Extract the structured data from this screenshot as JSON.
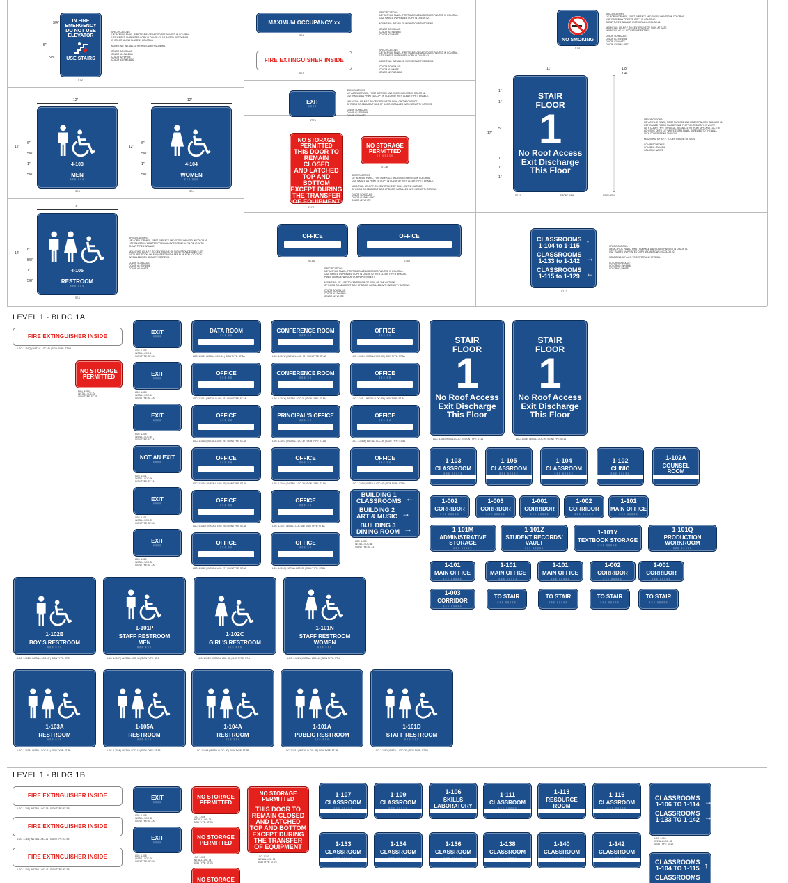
{
  "spec_sheet": {
    "elevator": {
      "lines": [
        "IN FIRE",
        "EMERGENCY",
        "DO NOT USE",
        "ELEVATOR"
      ],
      "bottom": "USE STAIRS",
      "code": "ST-2",
      "dims": [
        "3/4\"",
        "5\"",
        "5/8\""
      ],
      "spec": "SPECIFICATIONS:\n1/8\" ACRYLIC PANEL, FIRST SURFACE AND EDGES PAINTED IN COLOR #1.\n1/32\" RAISED UV PRINTED COPY IN COLOR #2. 1/2 RAISED PICTOGRAM\nIN COLOR #2 AND FLAME IN COLOR #3.\n\nMOUNTING: INSTALLED WITH SECURITY SCREWS.\n\nCOLOR SCHEDULE:\nCOLOR #1: SW 6966\nCOLOR #2: WHITE\nCOLOR #3: PMS 485C"
    },
    "max_occupancy": {
      "label": "MAXIMUM OCCUPANCY xx",
      "code": "ST-8",
      "spec": "SPECIFICATIONS:\n1/8\" ACRYLIC PANEL, FIRST SURFACE AND EDGES PAINTED IN COLOR #1.\n1/32\" RAISED UV PRINTED COPY IN COLOR #2.\n\nMOUNTING: INSTALLED WITH SECURITY SCREWS.\n\nCOLOR SCHEDULE:\nCOLOR #1: SW 6966\nCOLOR #2: WHITE"
    },
    "fire_ext": {
      "label": "FIRE EXTINGUISHER INSIDE",
      "code": "ST-9",
      "spec": "SPECIFICATIONS:\n1/8\" ACRYLIC PANEL, FIRST SURFACE AND EDGES PAINTED IN COLOR #1.\n1/32\" RAISED UV PRINTED COPY IN COLOR #2.\n\nMOUNTING: INSTALLED WITH SECURITY SCREWS.\n\nCOLOR SCHEDULE:\nCOLOR #1: WHITE\nCOLOR #2: PMS 485C"
    },
    "no_smoking": {
      "label": "NO SMOKING",
      "code": "ST-3",
      "spec": "SPECIFICATIONS:\n1/8\" ACRYLIC PANEL, FIRST SURFACE AND EDGES PAINTED IN COLOR #1.\n1/32\" RAISED UV PRINTED COPY IN COLOR #2.\nCLEAR TYPE II BRAILLE. PICTOGRAM IN COLOR #3.\n\nMOUNTING: 60\" A.F.F. TO CENTERLINE OF SIGN. AT GATE\nMOUNTING AT ALL ACCESSIBLE ENTRIES.\n\nCOLOR SCHEDULE:\nCOLOR #1: SW 6966\nCOLOR #2: WHITE\nCOLOR #3: PMS 485C"
    },
    "men": {
      "num": "4-103",
      "label": "MEN",
      "code": "ST-3",
      "dim_w": "12\"",
      "dim_h": "12\"",
      "dims": [
        "6\"",
        "5/8\"",
        "1\"",
        "5/8\""
      ]
    },
    "women": {
      "num": "4-104",
      "label": "WOMEN",
      "code": "ST-4",
      "dim_w": "12\"",
      "dim_h": "12\"",
      "dims": [
        "6\"",
        "5/8\"",
        "1\"",
        "5/8\""
      ]
    },
    "restroom": {
      "num": "4-105",
      "label": "RESTROOM",
      "code": "ST-5",
      "dim_w": "12\"",
      "dim_h": "12\"",
      "dims": [
        "6\"",
        "5/8\"",
        "1\"",
        "5/8\""
      ],
      "spec": "SPECIFICATIONS:\n1/8\" ACRYLIC PANEL, FIRST SURFACE AND EDGES PAINTED IN COLOR #1.\n1/32\" RAISED UV PRINTED COPY AND PICTOGRAM IN COLOR #2 WITH\nCLEAR TYPE II BRAILLE.\n\nMOUNTING: 60\" A.F.F. TO CENTERLINE OF SIGN. PROVIDE ONE (1) AT\nEACH RESTROOM ON EACH RESTROOM. SEE PLAN FOR LOCATION.\nINSTALLED WITH SECURITY SCREWS.\n\nCOLOR SCHEDULE:\nCOLOR #1: SW 6966\nCOLOR #2: WHITE"
    },
    "exit": {
      "label": "EXIT",
      "code": "ST-7A",
      "spec": "SPECIFICATIONS:\n1/8\" ACRYLIC PANEL, FIRST SURFACE AND EDGES PAINTED IN COLOR #1.\n1/32\" RAISED UV PRINTED COPY IN COLOR #2 WITH CLEAR TYPE II BRAILLE.\n\nMOUNTING: 60\" A.F.F. TO CENTERLINE OF SIGN, ON THE OUTSIDE\nOF ROOM OR ADJACENT SIDE OF DOOR. INSTALLED WITH SECURITY SCREWS.\n\nCOLOR SCHEDULE:\nCOLOR #1: SW 6966\nCOLOR #2: WHITE"
    },
    "no_storage_big": {
      "lines": [
        "NO STORAGE",
        "PERMITTED"
      ],
      "body": [
        "THIS DOOR TO",
        "REMAIN CLOSED",
        "AND LATCHED",
        "TOP AND BOTTOM",
        "EXCEPT DURING",
        "THE TRANSFER",
        "OF EQUIPMENT"
      ],
      "code": "ST-7C"
    },
    "no_storage_small": {
      "lines": [
        "NO STORAGE",
        "PERMITTED"
      ],
      "code": "ST-7B",
      "spec": "SPECIFICATIONS:\n1/8\" ACRYLIC PANEL, FIRST SURFACE AND EDGES PAINTED IN COLOR #1.\n1/32\" RAISED UV PRINTED COPY IN COLOR #2 WITH CLEAR TYPE II BRAILLE.\n\nMOUNTING: 60\" A.F.F. TO CENTERLINE OF SIGN, ON THE OUTSIDE\nOF ROOM OR ADJACENT SIDE OF DOOR. INSTALLED WITH SECURITY SCREWS.\n\nCOLOR SCHEDULE:\nCOLOR #1: PMS 485C\nCOLOR #2: WHITE"
    },
    "office_a": {
      "label": "OFFICE",
      "code": "ST-8A"
    },
    "office_b": {
      "label": "OFFICE",
      "code": "ST-8B",
      "spec": "SPECIFICATIONS:\n1/8\" ACRYLIC PANEL, FIRST SURFACE AND EDGES PAINTED IN COLOR #1.\n1/32\" RAISED UV PRINTED COPY IN COLOR #2 WITH CLEAR TYPE II BRAILLE.\nPANEL WITH 1/8\" WINDOW FOR PAPER INSERT.\n\nMOUNTING: 60\" A.F.F. TO CENTERLINE OF SIGN, ON THE OUTSIDE\nOF ROOM OR ADJACENT SIDE OF DOOR. INSTALLED WITH SECURITY SCREWS.\n\nCOLOR SCHEDULE:\nCOLOR #1: SW 6966\nCOLOR #2: WHITE"
    },
    "stair": {
      "top": [
        "STAIR",
        "FLOOR"
      ],
      "num": "1",
      "bottom": [
        "No Roof Access",
        "Exit Discharge",
        "This Floor"
      ],
      "code": "ST-11",
      "front": "FRONT VIEW",
      "side": "SIDE VIEW",
      "dim_w": "11\"",
      "dim_h": "17\"",
      "dims": [
        "1\"",
        "1\"",
        "5\"",
        "1\"",
        "1\"",
        "1\""
      ],
      "side_dims": [
        "1/8\"",
        "1/4\""
      ],
      "spec": "SPECIFICATIONS:\n1/8\" ACRYLIC PANEL, FIRST SURFACE AND EDGES PAINTED IN COLOR #1.\n1/32\" RAISED FLOOR NUMBER AND FLAT PAINTED COPY IN WHITE\nWITH CLEAR TYPE II BRAILLE. INSTALLED WITH 3M TAPE AND LOCTITE\nADHESIVE ONTO 1/4\" WHITE EXTRA PANEL SCREWED TO THE WALL\nWITH COUNTERSINK TAPCONS.\n\nMOUNTING: 60\" A.F.F. TO CENTERLINE OF SIGN.\n\nCOLOR SCHEDULE:\nCOLOR #1: SW 6966\nCOLOR #2: WHITE"
    },
    "classrooms_dir": {
      "rows": [
        {
          "t": "CLASSROOMS\n1-104 to 1-115",
          "a": "↑"
        },
        {
          "t": "CLASSROOMS\n1-133 to 1-142",
          "a": "→"
        },
        {
          "t": "CLASSROOMS\n1-115 to 1-129",
          "a": "←"
        }
      ],
      "code": "ST-12",
      "spec": "SPECIFICATIONS:\n1/8\" ACRYLIC PANEL, FIRST SURFACE AND EDGES PAINTED IN COLOR #1.\n1/32\" RAISED UV PRINTED COPY AND ARROWS IN COLOR #2.\n\nMOUNTING: 60\" A.F.F. TO CENTERLINE OF SIGN.\n\nCOLOR SCHEDULE:\nCOLOR #1: SW 6966\nCOLOR #2: WHITE"
    }
  },
  "level1a": {
    "title": "LEVEL 1 - BLDG 1A",
    "fire_ext": {
      "label": "FIRE EXTINGUISHER INSIDE",
      "cap": "LOC: 1-101Q  |  INSTALL LOC: 46       |  SIGN TYPE: ST-9B"
    },
    "no_storage": {
      "label": "NO STORAGE\nPERMITTED",
      "cap": "LOC: 1-003\nINSTALL LOC: 34\nSIGN TYPE: ST-7B"
    },
    "col_exit": [
      {
        "label": "EXIT",
        "cap": "LOC: 1-005\nINSTALL LOC: 1\nSIGN TYPE: ST-7A"
      },
      {
        "label": "EXIT",
        "cap": "LOC: 1-005\nINSTALL LOC: 5\nSIGN TYPE: ST-7A"
      },
      {
        "label": "EXIT",
        "cap": "LOC: 1-005\nINSTALL LOC: 8\nSIGN TYPE: ST-7A"
      },
      {
        "label": "NOT AN EXIT",
        "cap": "LOC: 1-101\nINSTALL LOC: 36\nSIGN TYPE: ST-7A"
      },
      {
        "label": "EXIT",
        "cap": "LOC: 1-101\nINSTALL LOC: 37\nSIGN TYPE: ST-7A"
      },
      {
        "label": "EXIT",
        "cap": "LOC: 1-010\nINSTALL LOC: 53\nSIGN TYPE: ST-7A"
      }
    ],
    "col2": [
      {
        "label": "DATA ROOM",
        "cap": "LOC: 1-103  |  INSTALL LOC: 14  |  SIGN TYPE: ST-8A"
      },
      {
        "label": "OFFICE",
        "cap": "LOC: 1-101A  |  INSTALL LOC: 23  |  SIGN TYPE: ST-8A"
      },
      {
        "label": "OFFICE",
        "cap": "LOC: 1-101B  |  INSTALL LOC: 24  |  SIGN TYPE: ST-8A"
      },
      {
        "label": "OFFICE",
        "cap": "LOC: 1-101C  |  INSTALL LOC: 25  |  SIGN TYPE: ST-8A"
      },
      {
        "label": "OFFICE",
        "cap": "LOC: 1-101D  |  INSTALL LOC: 26  |  SIGN TYPE: ST-8A"
      },
      {
        "label": "OFFICE",
        "cap": "LOC: 1-101E  |  INSTALL LOC: 27  |  SIGN TYPE: ST-8A"
      }
    ],
    "col3": [
      {
        "label": "CONFERENCE ROOM",
        "cap": "LOC: 1-101W  |  INSTALL LOC: 30  |  SIGN TYPE: ST-8A"
      },
      {
        "label": "CONFERENCE ROOM",
        "cap": "LOC: 1-101X  |  INSTALL LOC: 31  |  SIGN TYPE: ST-8A"
      },
      {
        "label": "PRINCIPAL'S OFFICE",
        "cap": "LOC: 1-101G  |  INSTALL LOC: 32  |  SIGN TYPE: ST-8A"
      },
      {
        "label": "OFFICE",
        "cap": "LOC: 1-101H  |  INSTALL LOC: 33  |  SIGN TYPE: ST-8A"
      },
      {
        "label": "OFFICE",
        "cap": "LOC: 1-101I  |  INSTALL LOC: 34  |  SIGN TYPE: ST-8A"
      },
      {
        "label": "OFFICE",
        "cap": "LOC: 1-101J  |  INSTALL LOC: 35  |  SIGN TYPE: ST-8A"
      }
    ],
    "col4": [
      {
        "label": "OFFICE",
        "cap": "LOC: 1-101K  |  INSTALL LOC: 37  |  SIGN TYPE: ST-8A"
      },
      {
        "label": "OFFICE",
        "cap": "LOC: 1-101L  |  INSTALL LOC: 38  |  SIGN TYPE: ST-8A"
      },
      {
        "label": "OFFICE",
        "cap": "LOC: 1-101M  |  INSTALL LOC: 39  |  SIGN TYPE: ST-8A"
      },
      {
        "label": "OFFICE",
        "cap": "LOC: 1-101N  |  INSTALL LOC: 40  |  SIGN TYPE: ST-8A"
      }
    ],
    "building_dir": {
      "rows": [
        {
          "t": "BUILDING 1\nCLASSROOMS",
          "a": "←"
        },
        {
          "t": "BUILDING 2\nART & MUSIC",
          "a": "→"
        },
        {
          "t": "BUILDING 3\nDINING ROOM",
          "a": "→"
        }
      ],
      "cap": "LOC: 1-003\nINSTALL LOC: 68\nSIGN TYPE: ST-13"
    },
    "stairs": [
      {
        "cap": "LOC: 1-005  |  INSTALL LOC: 4  |  SIGN TYPE: ST-11"
      },
      {
        "cap": "LOC: 1-008  |  INSTALL LOC: 9  |  SIGN TYPE: ST-11"
      }
    ],
    "room_row1": [
      {
        "num": "1-103",
        "label": "CLASSROOM"
      },
      {
        "num": "1-105",
        "label": "CLASSROOM"
      },
      {
        "num": "1-104",
        "label": "CLASSROOM"
      },
      {
        "num": "1-102",
        "label": "CLINIC"
      },
      {
        "num": "1-102A",
        "label": "COUNSEL\nROOM"
      }
    ],
    "room_row2": [
      {
        "num": "1-002",
        "label": "CORRIDOR"
      },
      {
        "num": "1-003",
        "label": "CORRIDOR"
      },
      {
        "num": "1-001",
        "label": "CORRIDOR"
      },
      {
        "num": "1-002",
        "label": "CORRIDOR"
      },
      {
        "num": "1-101",
        "label": "MAIN OFFICE"
      }
    ],
    "room_row3": [
      {
        "num": "1-101M",
        "label": "ADMINISTRATIVE\nSTORAGE"
      },
      {
        "num": "1-101Z",
        "label": "STUDENT RECORDS/\nVAULT"
      },
      {
        "num": "1-101Y",
        "label": "TEXTBOOK STORAGE"
      },
      {
        "num": "1-101Q",
        "label": "PRODUCTION\nWORKROOM"
      }
    ],
    "room_row4": [
      {
        "num": "1-101",
        "label": "MAIN OFFICE"
      },
      {
        "num": "1-101",
        "label": "MAIN OFFICE"
      },
      {
        "num": "1-101",
        "label": "MAIN OFFICE"
      },
      {
        "num": "1-002",
        "label": "CORRIDOR"
      },
      {
        "num": "1-001",
        "label": "CORRIDOR"
      }
    ],
    "room_row5": [
      {
        "num": "1-003",
        "label": "CORRIDOR"
      },
      {
        "num": "",
        "label": "TO STAIR"
      },
      {
        "num": "",
        "label": "TO STAIR"
      },
      {
        "num": "",
        "label": "TO STAIR"
      },
      {
        "num": "",
        "label": "TO STAIR"
      }
    ],
    "rest_row1": [
      {
        "num": "1-102B",
        "label": "BOY'S RESTROOM",
        "type": "m",
        "cap": "LOC: 1-102B  |  INSTALL LOC: 47  |  SIGN TYPE: ST-3"
      },
      {
        "num": "1-101P",
        "label": "STAFF RESTROOM\nMEN",
        "type": "m",
        "cap": "LOC: 1-101P  |  INSTALL LOC: 43  |  SIGN TYPE: ST-3"
      },
      {
        "num": "1-102C",
        "label": "GIRL'S RESTROOM",
        "type": "w",
        "cap": "LOC: 1-102C  |  INSTALL LOC: 46  |  SIGN TYPE: ST-4"
      },
      {
        "num": "1-101N",
        "label": "STAFF RESTROOM\nWOMEN",
        "type": "w",
        "cap": "LOC: 1-101N  |  INSTALL LOC: 44  |  SIGN TYPE: ST-4"
      }
    ],
    "rest_row2": [
      {
        "num": "1-103A",
        "label": "RESTROOM",
        "cap": "LOC: 1-103A  |  INSTALL LOC: 13  |  SIGN TYPE: ST-5B"
      },
      {
        "num": "1-105A",
        "label": "RESTROOM",
        "cap": "LOC: 1-105A  |  INSTALL LOC: 19  |  SIGN TYPE: ST-5B"
      },
      {
        "num": "1-104A",
        "label": "RESTROOM",
        "cap": "LOC: 1-104A  |  INSTALL LOC: 20  |  SIGN TYPE: ST-5B"
      },
      {
        "num": "1-101A",
        "label": "PUBLIC RESTROOM",
        "cap": "LOC: 1-101A  |  INSTALL LOC: 28  |  SIGN TYPE: ST-5B"
      },
      {
        "num": "1-101D",
        "label": "STAFF RESTROOM",
        "cap": "LOC: 1-101D  |  INSTALL LOC: 31  |  SIGN TYPE: ST-5B"
      }
    ]
  },
  "level1b": {
    "title": "LEVEL 1 - BLDG 1B",
    "fire": [
      {
        "label": "FIRE EXTINGUISHER INSIDE",
        "cap": "LOC: 1-105  |  INSTALL LOC: 16       |  SIGN TYPE: ST-9B"
      },
      {
        "label": "FIRE EXTINGUISHER INSIDE",
        "cap": "LOC: 1-115  |  INSTALL LOC: 21       |  SIGN TYPE: ST-9B"
      },
      {
        "label": "FIRE EXTINGUISHER INSIDE",
        "cap": "LOC: 1-101  |  INSTALL LOC: 47       |  SIGN TYPE: ST-9B"
      }
    ],
    "exit": [
      {
        "label": "EXIT",
        "cap": "LOC: 1-008\nINSTALL LOC: 28\nSIGN TYPE: ST-7A"
      },
      {
        "label": "EXIT",
        "cap": "LOC: 1-008\nINSTALL LOC: 33\nSIGN TYPE: ST-7A"
      }
    ],
    "no_storage": [
      {
        "label": "NO STORAGE\nPERMITTED",
        "cap": "LOC: 1-008\nINSTALL LOC: 29\nSIGN TYPE: ST-7B"
      },
      {
        "label": "NO STORAGE\nPERMITTED",
        "cap": "LOC: 1-008\nINSTALL LOC: 34\nSIGN TYPE: ST-7B"
      },
      {
        "label": "NO STORAGE",
        "cap": ""
      }
    ],
    "no_storage_big": {
      "cap": "LOC: 1-102\nINSTALL LOC: 38\nSIGN TYPE: ST-7C"
    },
    "class_row1": [
      {
        "num": "1-107",
        "label": "CLASSROOM"
      },
      {
        "num": "1-109",
        "label": "CLASSROOM"
      },
      {
        "num": "1-106",
        "label": "SKILLS\nLABORATORY"
      },
      {
        "num": "1-111",
        "label": "CLASSROOM"
      },
      {
        "num": "1-113",
        "label": "RESOURCE\nROOM"
      },
      {
        "num": "1-116",
        "label": "CLASSROOM"
      }
    ],
    "class_row2": [
      {
        "num": "1-133",
        "label": "CLASSROOM"
      },
      {
        "num": "1-134",
        "label": "CLASSROOM"
      },
      {
        "num": "1-136",
        "label": "CLASSROOM"
      },
      {
        "num": "1-138",
        "label": "CLASSROOM"
      },
      {
        "num": "1-140",
        "label": "CLASSROOM"
      },
      {
        "num": "1-142",
        "label": "CLASSROOM"
      }
    ],
    "dir1": {
      "rows": [
        {
          "t": "CLASSROOMS\n1-106 TO 1-114",
          "a": "→"
        },
        {
          "t": "CLASSROOMS\n1-133 TO 1-142",
          "a": "→"
        }
      ],
      "cap": "LOC: 1-008\nINSTALL LOC: 42\nSIGN TYPE: ST-12"
    },
    "dir2": {
      "rows": [
        {
          "t": "CLASSROOMS\n1-104 TO 1-115",
          "a": "↑"
        },
        {
          "t": "CLASSROOMS",
          "a": ""
        }
      ]
    }
  },
  "colors": {
    "blue": "#1d4f8c",
    "red": "#e4211c",
    "white": "#ffffff"
  }
}
